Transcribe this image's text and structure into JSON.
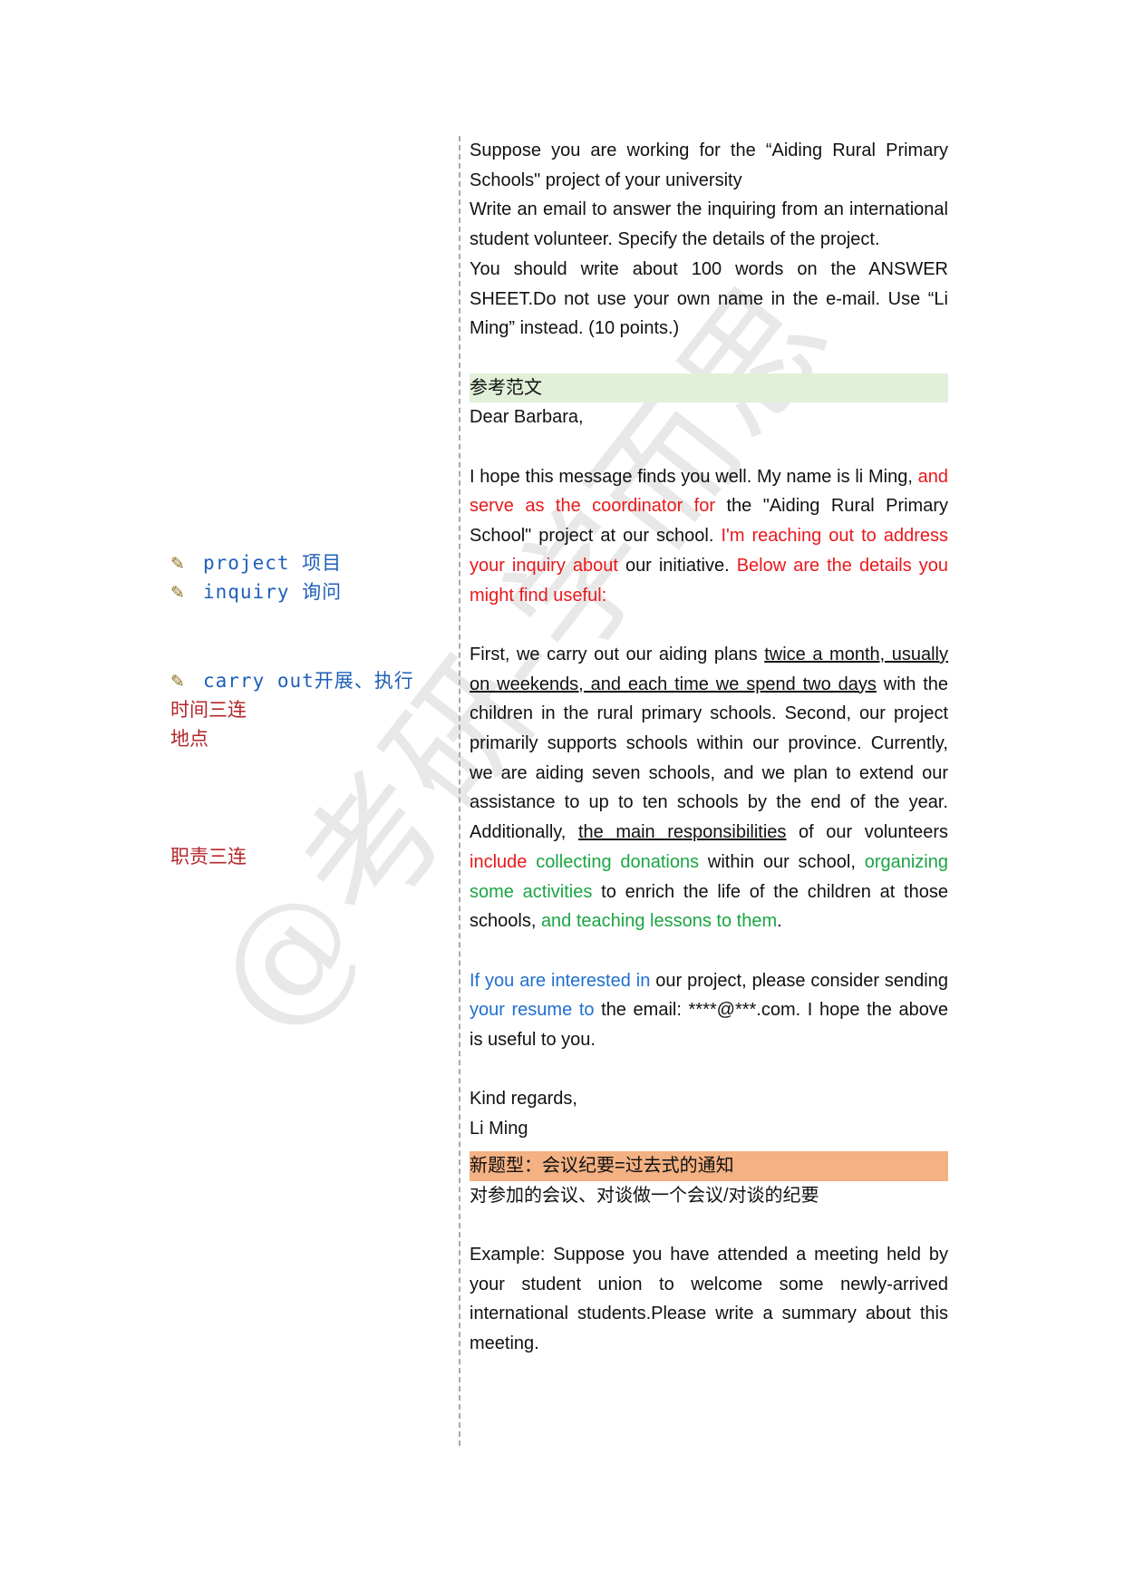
{
  "watermark": "@考研-学而思",
  "notes": {
    "n1_en": "project",
    "n1_cn": " 项目",
    "n2_en": "inquiry",
    "n2_cn": " 询问",
    "n3_en": "carry out",
    "n3_cn": "开展、执行",
    "n4": "时间三连",
    "n5": "地点",
    "n6": "职责三连"
  },
  "task": {
    "p1": "Suppose you are working for the “Aiding Rural Primary Schools\" project of your university",
    "p2": "Write an email to answer the inquiring from an international student volunteer. Specify the details of the project.",
    "p3": "You should write about 100 words on the ANSWER SHEET.Do not use your own name in the e-mail. Use “Li Ming” instead. (10 points.)"
  },
  "sample": {
    "heading": "参考范文",
    "greeting": "Dear Barbara,",
    "para1": {
      "a": "I hope this message finds you well. My name is li Ming, ",
      "b": "and serve as the coordinator for",
      "c": " the \"Aiding Rural Primary School\" project at our school. ",
      "d": "I'm reaching out to address your inquiry about",
      "e": " our initiative. ",
      "f": "Below are the details you might find useful:"
    },
    "para2": {
      "a": "First, we carry out our aiding plans ",
      "b": "twice a month, usually on weekends, and each time we spend two days",
      "c": " with the children in the rural primary schools. Second, our project primarily supports schools within our province. Currently, we are aiding seven schools, and we plan to extend our assistance to up to ten schools by the end of the year. Additionally, ",
      "d": "the main responsibilities",
      "e": " of our volunteers ",
      "f": "include",
      "g": " ",
      "h": "collecting donations",
      "i": " within our school, ",
      "j": "organizing some activities",
      "k": " to enrich the life of the children at those schools, ",
      "l": "and teaching lessons to them",
      "m": "."
    },
    "para3": {
      "a": "If you are interested in",
      "b": " our project, please consider sending ",
      "c": "your resume to",
      "d": " the email: ****@***.com. I hope the above is useful to you."
    },
    "closing": "Kind regards,",
    "signature": "Li Ming"
  },
  "new_type": {
    "heading": "新题型：会议纪要=过去式的通知",
    "desc": "对参加的会议、对谈做一个会议/对谈的纪要",
    "example": "Example: Suppose you have attended a meeting held by your student union to welcome some newly-arrived international students.Please write a summary about this meeting."
  },
  "colors": {
    "red": "#e8181b",
    "green": "#1aa542",
    "blue": "#1f6fd0",
    "heading_green_bg": "#e2efd9",
    "heading_orange_bg": "#f4b183"
  }
}
